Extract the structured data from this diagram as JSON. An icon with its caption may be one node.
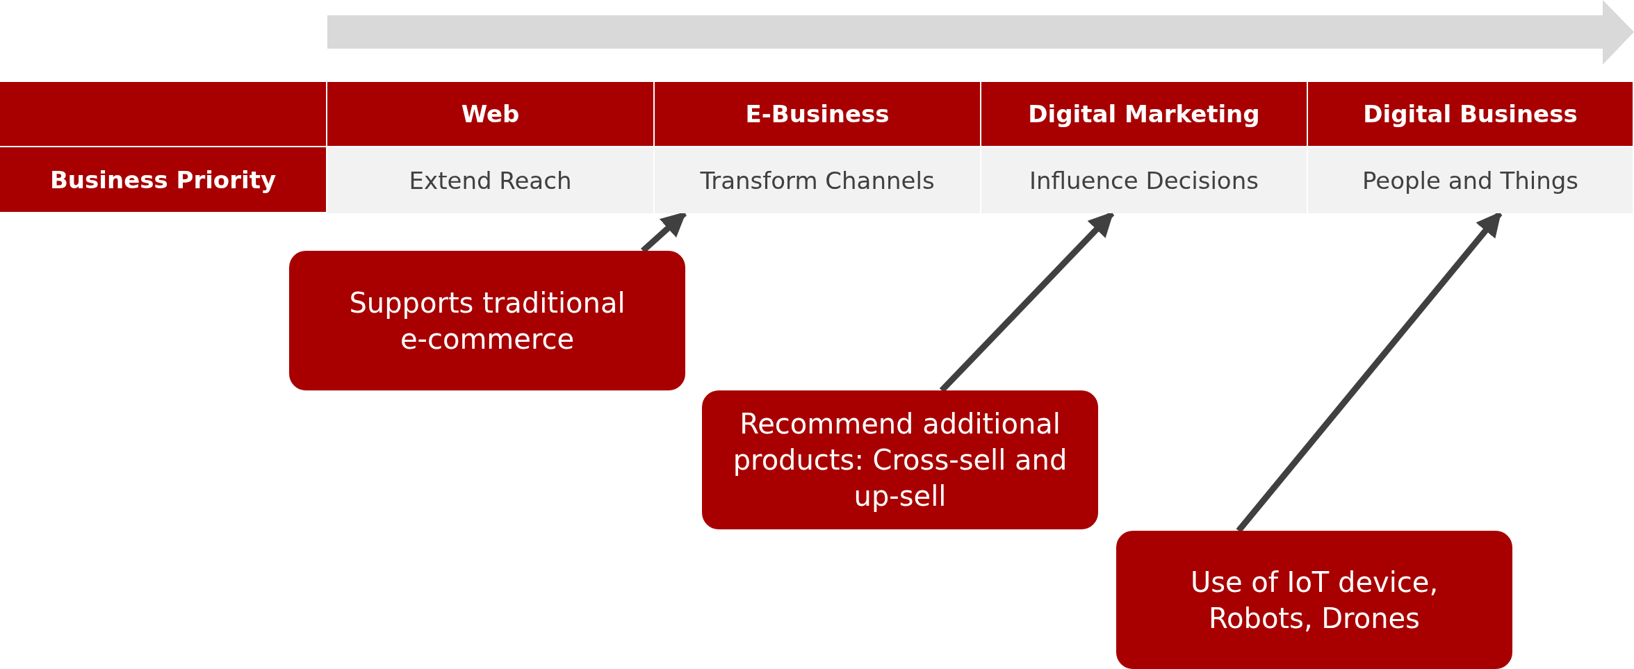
{
  "diagram": {
    "nodes": [
      {
        "text": [],
        "shape": "box"
      },
      {
        "text": [
          "Web"
        ]
      },
      {
        "text": [
          "E-Business"
        ]
      },
      {
        "text": [
          "Digital Marketing"
        ]
      },
      {
        "text": [
          "Digital Business"
        ]
      },
      {
        "text": [
          "Business Priority"
        ]
      },
      {
        "text": [
          "Extend Reach"
        ]
      },
      {
        "text": [
          "Transform Channels"
        ]
      },
      {
        "text": [
          "Influence Decisions"
        ]
      },
      {
        "text": [
          "People and Things"
        ]
      },
      {
        "text": [
          "Supports traditional e-commerce"
        ]
      },
      {
        "text": [
          "Recommend additional products: Cross-sell and up-sell"
        ]
      },
      {
        "text": [
          "Use of IoT device, Robots, Drones"
        ]
      }
    ],
    "edges": [
      {
        "from": 10,
        "to": 7,
        "arrow": "to"
      },
      {
        "from": 11,
        "to": 8,
        "arrow": "to"
      },
      {
        "from": 12,
        "to": 9,
        "arrow": "to"
      }
    ]
  }
}
